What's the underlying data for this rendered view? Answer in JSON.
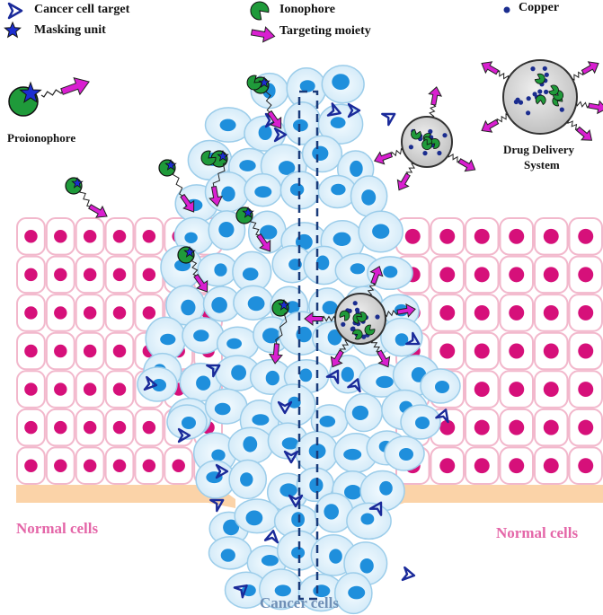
{
  "legend": {
    "cancer_cell_target": "Cancer cell target",
    "masking_unit": "Masking unit",
    "ionophore": "Ionophore",
    "targeting_moiety": "Targeting moiety",
    "copper": "Copper"
  },
  "labels": {
    "proionophore": "Proionophore",
    "drug_delivery_line1": "Drug Delivery",
    "drug_delivery_line2": "System",
    "normal_cells_left": "Normal cells",
    "normal_cells_right": "Normal cells",
    "cancer_cells": "Cancer cells"
  },
  "colors": {
    "normal_nucleus": "#d6107a",
    "normal_membrane": "#f2b8cc",
    "basement": "#fbd3a8",
    "cancer_cell": "#daeefa",
    "cancer_outline": "#9ccdea",
    "cancer_nucleus": "#1f8fdc",
    "ionophore": "#1f9a3a",
    "masking": "#1c2ed0",
    "targeting": "#d91fd0",
    "copper": "#1b2d8f",
    "target_chevron": "#1a2a9a",
    "cancer_label": "#6f8fb6",
    "normal_label": "#e466a8"
  },
  "icons": [
    "chevron-icon",
    "star-icon",
    "pacman-icon",
    "arrow-icon",
    "copper-dot-icon"
  ]
}
